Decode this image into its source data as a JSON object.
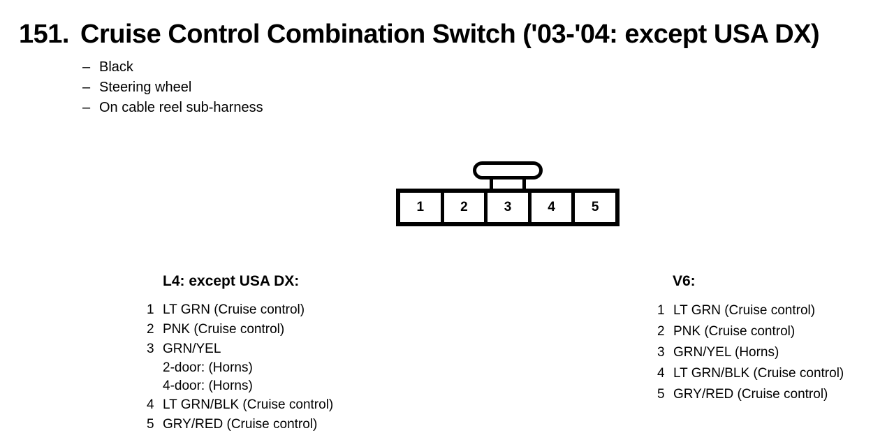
{
  "header": {
    "number": "151.",
    "title": "Cruise Control Combination Switch ('03-'04: except USA DX)"
  },
  "notes": [
    {
      "dash": "–",
      "text": "Black"
    },
    {
      "dash": "–",
      "text": "Steering wheel"
    },
    {
      "dash": "–",
      "text": "On cable reel sub-harness"
    }
  ],
  "connector": {
    "latch_icon": "t-handle-latch",
    "pins": [
      "1",
      "2",
      "3",
      "4",
      "5"
    ]
  },
  "columns": [
    {
      "heading": "L4: except USA DX:",
      "items": [
        {
          "pin": "1",
          "lines": [
            "LT GRN (Cruise control)"
          ]
        },
        {
          "pin": "2",
          "lines": [
            "PNK (Cruise control)"
          ]
        },
        {
          "pin": "3",
          "lines": [
            "GRN/YEL",
            "2-door: (Horns)",
            "4-door: (Horns)"
          ]
        },
        {
          "pin": "4",
          "lines": [
            "LT GRN/BLK (Cruise control)"
          ]
        },
        {
          "pin": "5",
          "lines": [
            "GRY/RED (Cruise control)"
          ]
        }
      ]
    },
    {
      "heading": "V6:",
      "items": [
        {
          "pin": "1",
          "lines": [
            "LT GRN (Cruise control)"
          ]
        },
        {
          "pin": "2",
          "lines": [
            "PNK (Cruise control)"
          ]
        },
        {
          "pin": "3",
          "lines": [
            "GRN/YEL (Horns)"
          ]
        },
        {
          "pin": "4",
          "lines": [
            "LT GRN/BLK (Cruise control)"
          ]
        },
        {
          "pin": "5",
          "lines": [
            "GRY/RED (Cruise control)"
          ]
        }
      ]
    }
  ]
}
